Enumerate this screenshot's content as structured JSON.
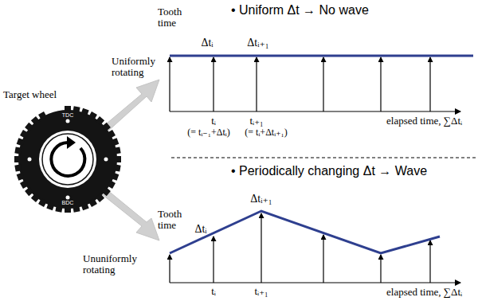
{
  "diagram": {
    "labels": [
      "• Uniform Δt → No wave",
      "Tooth time",
      "Δtᵢ",
      "Δtᵢ₊₁",
      "tᵢ",
      "(= tᵢ₋₁+Δtᵢ)",
      "tᵢ₊₁",
      "(= tᵢ+Δtᵢ₊₁)",
      "elapsed time, ∑Δtᵢ",
      "Uniformly rotating",
      "Target wheel",
      "TDC",
      "BDC",
      "Ununiformly rotating",
      "• Periodically changing Δt → Wave",
      "Tooth time",
      "Δtᵢ",
      "Δtᵢ₊₁",
      "tᵢ",
      "tᵢ₊₁",
      "elapsed time, ∑Δtᵢ"
    ]
  }
}
